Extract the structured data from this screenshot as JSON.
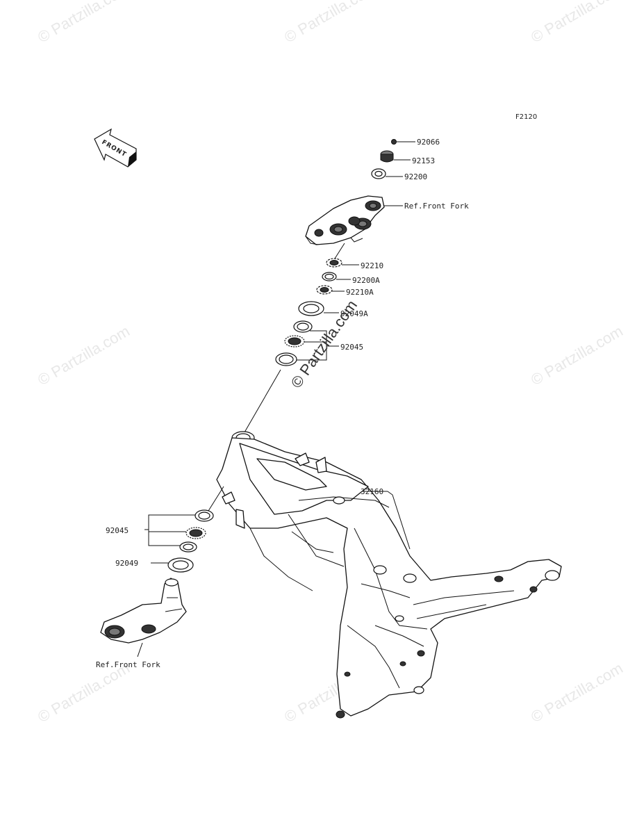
{
  "diagram_code": "F2120",
  "front_arrow": {
    "label": "FRONT",
    "icon": "front-arrow-icon"
  },
  "watermark": "© Partzilla.com",
  "watermark_center": "© Partzilla.com",
  "parts": [
    {
      "id": "92066",
      "label": "92066"
    },
    {
      "id": "92153",
      "label": "92153"
    },
    {
      "id": "92200",
      "label": "92200"
    },
    {
      "id": "ref-front-fork-top",
      "label": "Ref.Front Fork"
    },
    {
      "id": "92210",
      "label": "92210"
    },
    {
      "id": "92200A",
      "label": "92200A"
    },
    {
      "id": "92210A",
      "label": "92210A"
    },
    {
      "id": "92049A",
      "label": "92049A"
    },
    {
      "id": "92045-top",
      "label": "92045"
    },
    {
      "id": "32160",
      "label": "32160"
    },
    {
      "id": "92045-bottom",
      "label": "92045"
    },
    {
      "id": "92049",
      "label": "92049"
    },
    {
      "id": "ref-front-fork-bottom",
      "label": "Ref.Front Fork"
    }
  ]
}
